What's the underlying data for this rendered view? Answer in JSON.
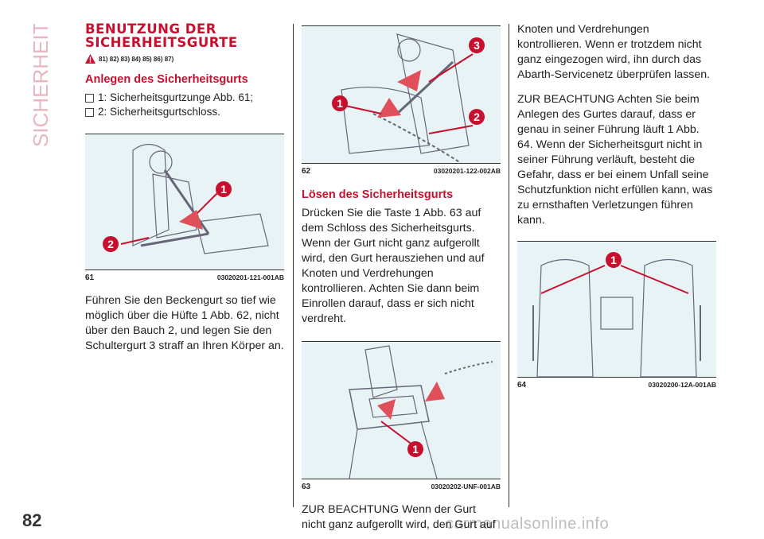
{
  "side_label": "SICHERHEIT",
  "page_number": "82",
  "watermark": "carmanualsonline.info",
  "col1": {
    "section_title": "BENUTZUNG DER SICHERHEITSGURTE",
    "warning_refs": "81) 82) 83) 84) 85) 86) 87)",
    "subheading": "Anlegen des Sicherheitsgurts",
    "list": [
      "1: Sicherheitsgurtzunge Abb. 61;",
      "2: Sicherheitsgurtschloss."
    ],
    "figure": {
      "number": "61",
      "code": "03020201-121-001AB"
    },
    "paragraph": "Führen Sie den Beckengurt so tief wie möglich über die Hüfte 1 Abb. 62, nicht über den Bauch 2, und legen Sie den Schultergurt 3 straff an Ihren Körper an."
  },
  "col2": {
    "figure_top": {
      "number": "62",
      "code": "03020201-122-002AB"
    },
    "subheading": "Lösen des Sicherheitsgurts",
    "paragraph": "Drücken Sie die Taste 1 Abb. 63 auf dem Schloss des Sicherheitsgurts. Wenn der Gurt nicht ganz aufgerollt wird, den Gurt herausziehen und auf Knoten und Verdrehungen kontrollieren. Achten Sie dann beim Einrollen darauf, dass er sich nicht verdreht.",
    "figure_mid": {
      "number": "63",
      "code": "03020202-UNF-001AB"
    },
    "paragraph2": "ZUR BEACHTUNG Wenn der Gurt nicht ganz aufgerollt wird, den Gurt auf"
  },
  "col3": {
    "paragraph1": "Knoten und Verdrehungen kontrollieren. Wenn er trotzdem nicht ganz eingezogen wird, ihn durch das Abarth-Servicenetz überprüfen lassen.",
    "paragraph2": "ZUR BEACHTUNG Achten Sie beim Anlegen des Gurtes darauf, dass er genau in seiner Führung läuft 1 Abb. 64. Wenn der Sicherheitsgurt nicht in seiner Führung verläuft, besteht die Gefahr, dass er bei einem Unfall seine Schutzfunktion nicht erfüllen kann, was zu ernsthaften Verletzungen führen kann.",
    "figure": {
      "number": "64",
      "code": "03020200-12A-001AB"
    }
  },
  "callouts": {
    "one": "1",
    "two": "2",
    "three": "3"
  },
  "colors": {
    "accent": "#c8102e",
    "figure_bg": "#e8f3f6",
    "side_label": "#e8b7bf"
  }
}
